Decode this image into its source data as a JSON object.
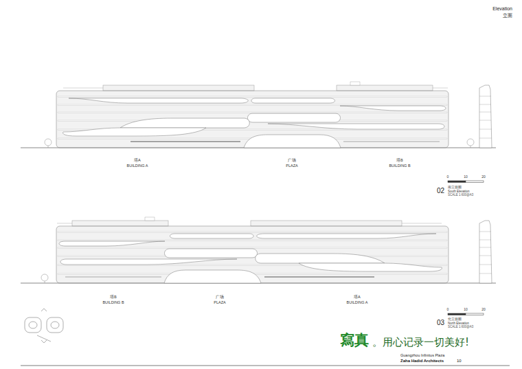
{
  "diagram": {
    "title": "Elevation",
    "labels": [
      "立面",
      "塔A",
      "BUILDING A",
      "广场",
      "PLAZA",
      "塔B",
      "BUILDING B",
      "0",
      "10",
      "20",
      "02",
      "南立面图",
      "South Elevation",
      "SCALE 1:600@A3",
      "塔B",
      "BUILDING B",
      "广场",
      "PLAZA",
      "塔A",
      "BUILDING A",
      "0",
      "10",
      "20",
      "03",
      "北立面图",
      "North Elevation",
      "SCALE 1:600@A3",
      "寫真",
      "。用心记录一切美好!",
      "Guangzhou Infinitus Plaza",
      "Zaha Hadid Architects",
      "10"
    ]
  }
}
